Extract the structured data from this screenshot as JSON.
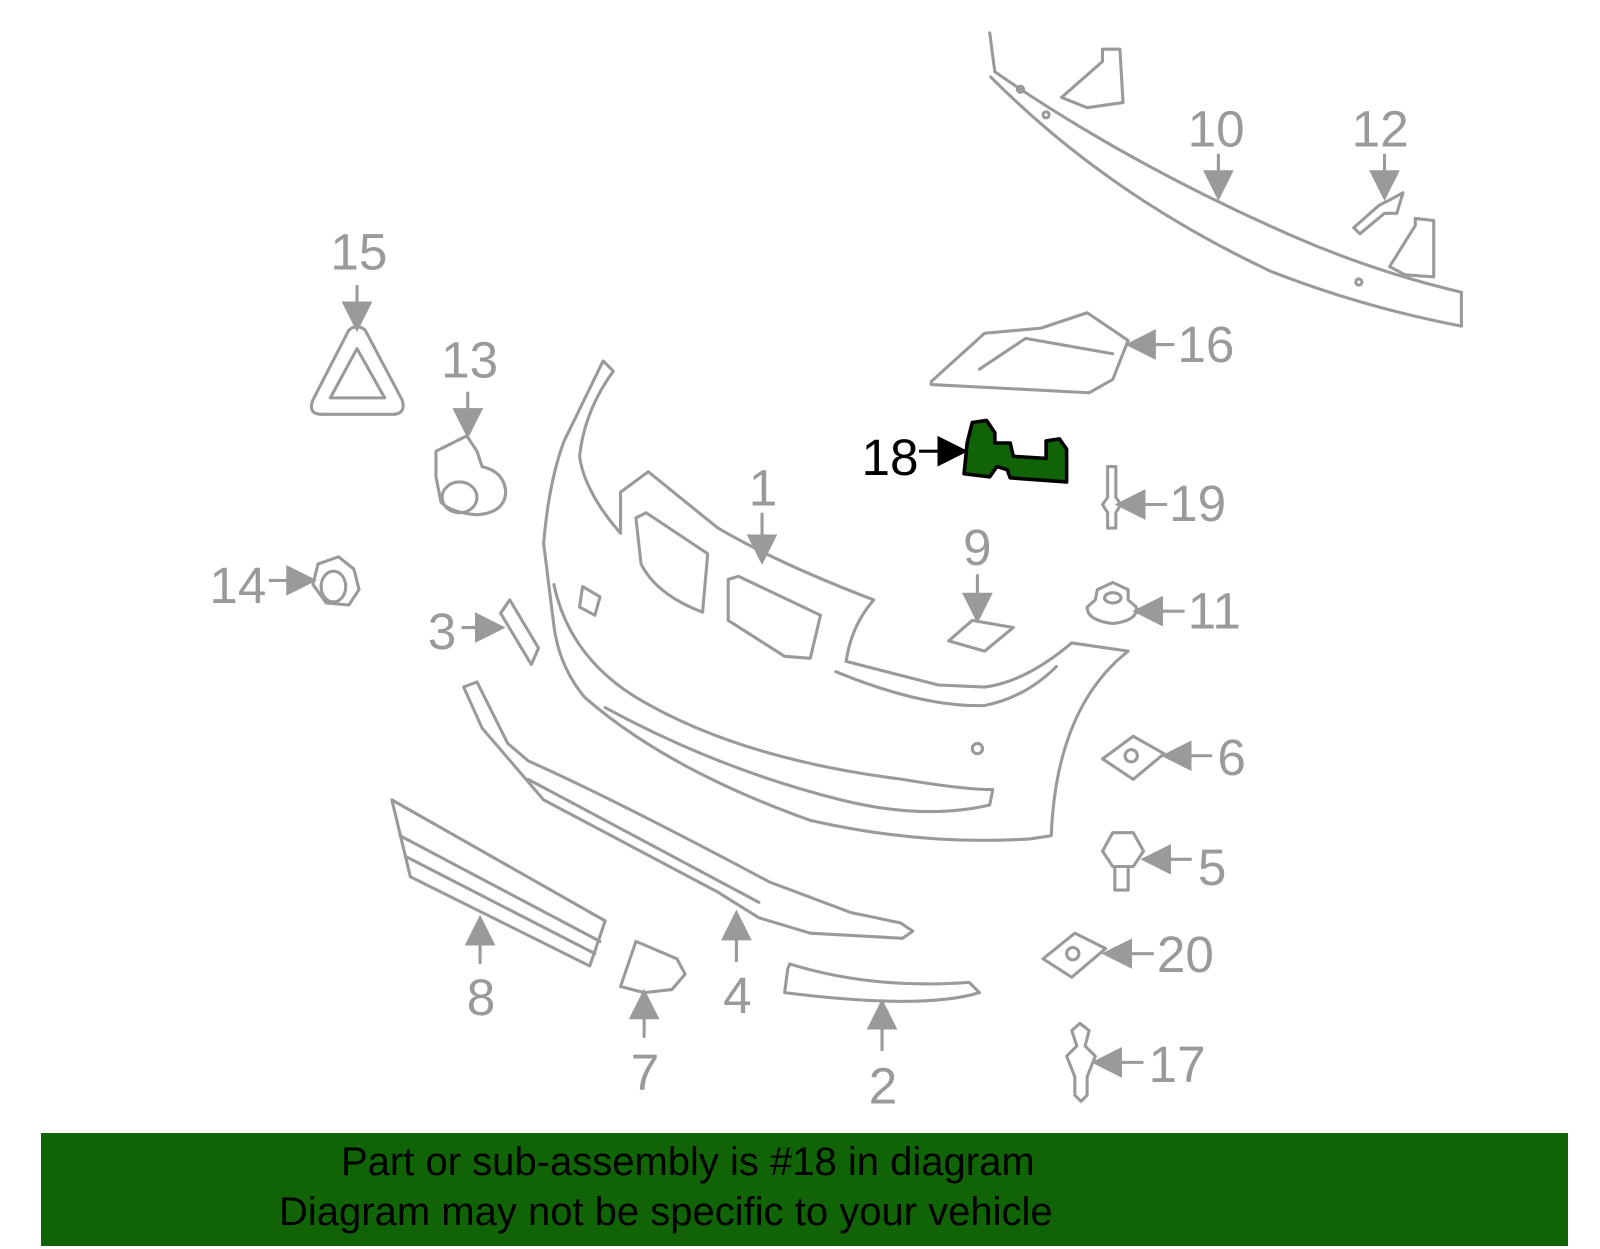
{
  "diagram": {
    "highlighted_part": "18",
    "highlight_color": "#116405",
    "line_color": "#9a9a9a",
    "callouts": {
      "p1": "1",
      "p2": "2",
      "p3": "3",
      "p4": "4",
      "p5": "5",
      "p6": "6",
      "p7": "7",
      "p8": "8",
      "p9": "9",
      "p10": "10",
      "p11": "11",
      "p12": "12",
      "p13": "13",
      "p14": "14",
      "p15": "15",
      "p16": "16",
      "p17": "17",
      "p18": "18",
      "p19": "19",
      "p20": "20"
    }
  },
  "banner": {
    "line1": "Part or sub-assembly is #18 in diagram",
    "line2": "Diagram may not be specific to your vehicle"
  }
}
